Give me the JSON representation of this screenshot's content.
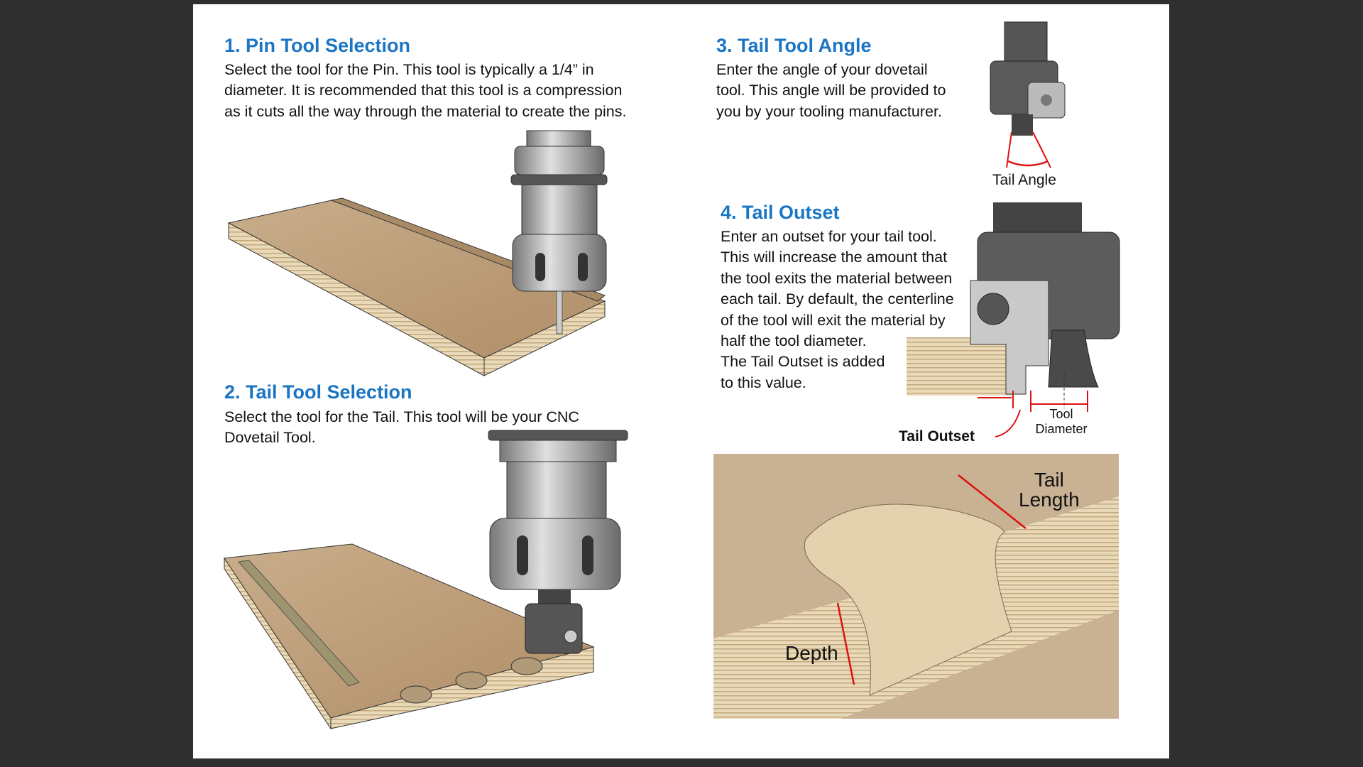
{
  "sections": {
    "pin": {
      "title": "1. Pin Tool Selection",
      "lines": [
        "Select the tool for the Pin. This tool is typically a 1/4” in",
        "diameter. It is recommended that this tool is a compression",
        "as it cuts all the way through the material to create the pins."
      ]
    },
    "tail": {
      "title": "2. Tail Tool Selection",
      "lines": [
        "Select the tool for the Tail. This tool will be your CNC",
        "Dovetail Tool."
      ]
    },
    "angle": {
      "title": "3. Tail Tool Angle",
      "lines": [
        "Enter the angle of your dovetail",
        "tool. This angle will be provided to",
        "you by your tooling manufacturer."
      ],
      "diagram_label": "Tail Angle"
    },
    "outset": {
      "title": "4. Tail Outset",
      "lines": [
        "Enter an outset for your tail tool.",
        "This will increase the amount that",
        "the tool exits the material between",
        "each tail. By default, the centerline",
        "of the tool will exit the material by",
        "half the tool diameter.",
        "The Tail Outset is added",
        "to this value."
      ],
      "label_outset": "Tail Outset",
      "label_diameter_1": "Tool",
      "label_diameter_2": "Diameter"
    },
    "photo": {
      "label_length_1": "Tail",
      "label_length_2": "Length",
      "label_depth": "Depth"
    }
  },
  "colors": {
    "heading": "#1a75c4",
    "arrow": "#e01010",
    "background": "#2f2f2f"
  }
}
